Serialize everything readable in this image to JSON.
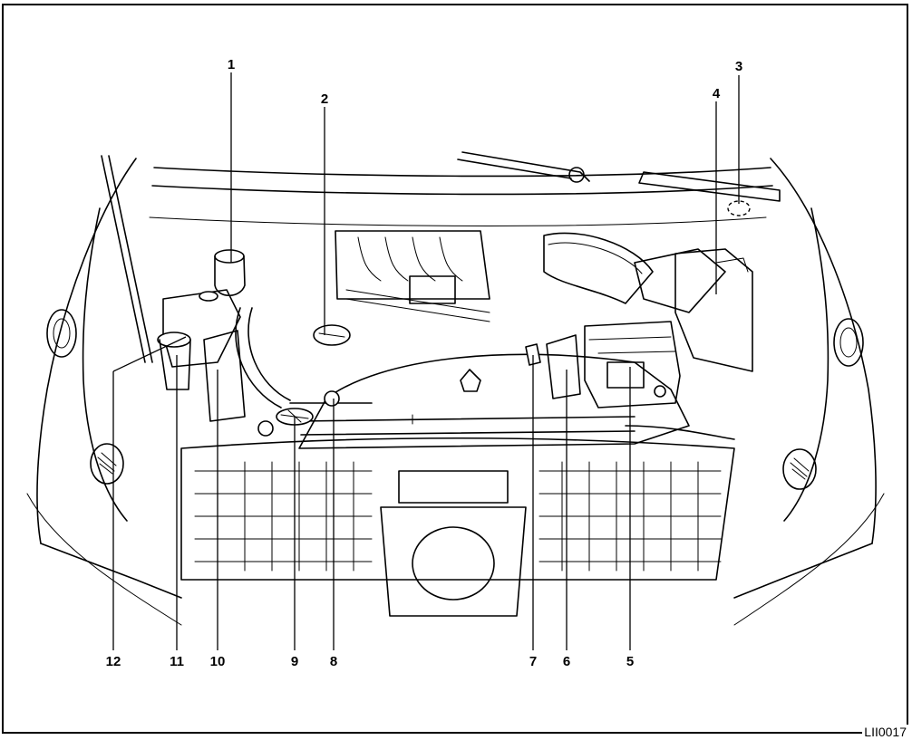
{
  "figure_code": "LII0017",
  "callouts": [
    "1",
    "2",
    "3",
    "4",
    "5",
    "6",
    "7",
    "8",
    "9",
    "10",
    "11",
    "12"
  ]
}
